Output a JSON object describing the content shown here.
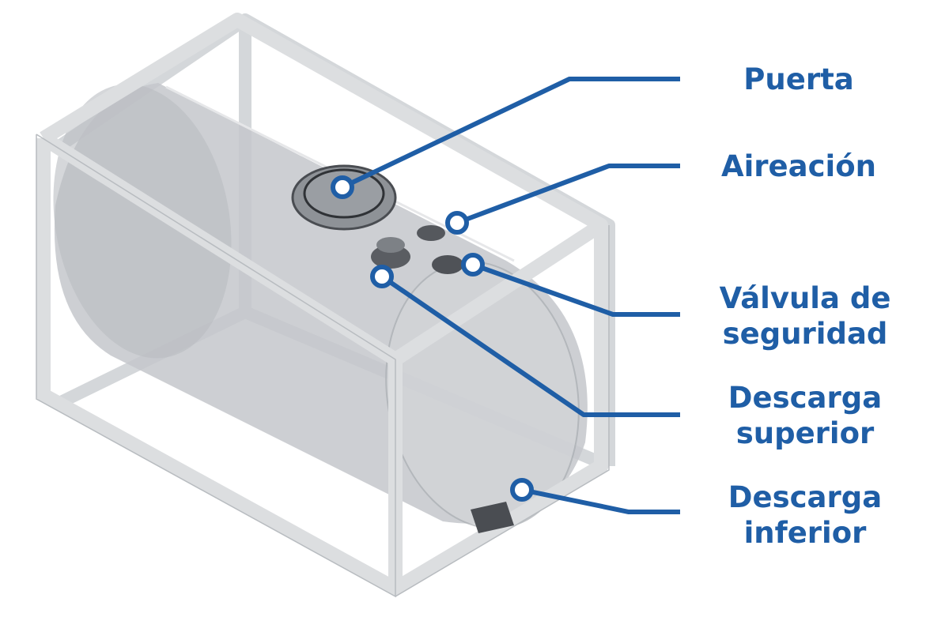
{
  "labels": {
    "puerta": "Puerta",
    "aireacion": "Aireación",
    "valvula_line1": "Válvula de",
    "valvula_line2": "seguridad",
    "descarga_sup_line1": "Descarga",
    "descarga_sup_line2": "superior",
    "descarga_inf_line1": "Descarga",
    "descarga_inf_line2": "inferior"
  },
  "colors": {
    "accent": "#1f5ea6",
    "frame": "#d8dadc",
    "tank": "#c9ccd0"
  }
}
